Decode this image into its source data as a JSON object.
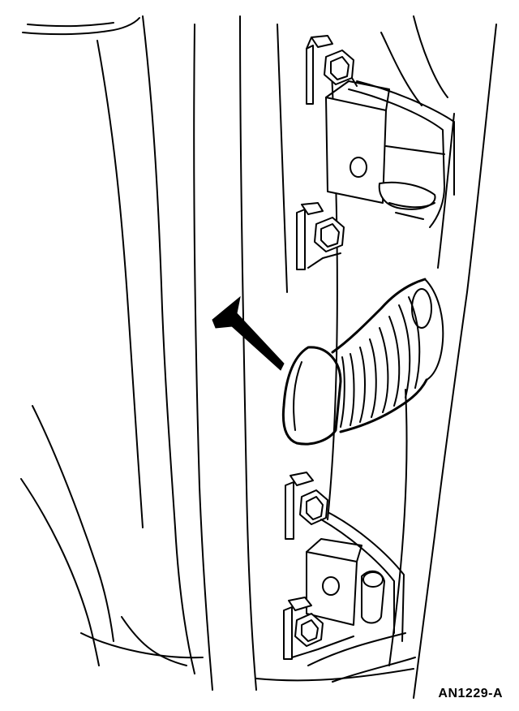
{
  "figure": {
    "code": "AN1229-A",
    "components": [
      "door-panel",
      "upper-hinge",
      "lower-hinge",
      "wiring-harness-boot",
      "indicator-arrow"
    ]
  }
}
